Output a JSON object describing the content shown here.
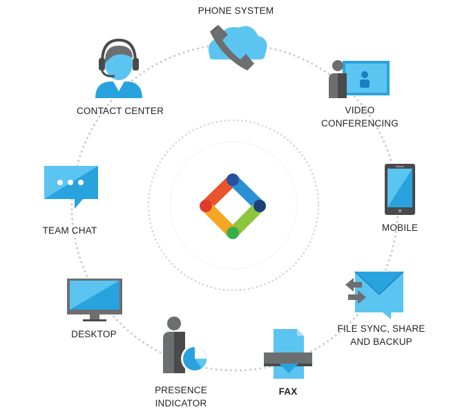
{
  "diagram": {
    "nodes": [
      {
        "id": "phone-system",
        "icon": "cloud-phone-icon",
        "lines": [
          "PHONE SYSTEM"
        ],
        "bold": false
      },
      {
        "id": "video-conferencing",
        "icon": "video-conference-icon",
        "lines": [
          "VIDEO",
          "CONFERENCING"
        ],
        "bold": false
      },
      {
        "id": "mobile",
        "icon": "mobile-phone-icon",
        "lines": [
          "MOBILE"
        ],
        "bold": false
      },
      {
        "id": "file-sync",
        "icon": "envelope-sync-icon",
        "lines": [
          "FILE SYNC, SHARE",
          "AND BACKUP"
        ],
        "bold": false
      },
      {
        "id": "fax",
        "icon": "fax-icon",
        "lines": [
          "FAX"
        ],
        "bold": true
      },
      {
        "id": "presence-indicator",
        "icon": "presence-person-icon",
        "lines": [
          "PRESENCE",
          "INDICATOR"
        ],
        "bold": false
      },
      {
        "id": "desktop",
        "icon": "desktop-monitor-icon",
        "lines": [
          "DESKTOP"
        ],
        "bold": false
      },
      {
        "id": "team-chat",
        "icon": "chat-bubble-icon",
        "lines": [
          "TEAM CHAT"
        ],
        "bold": false
      },
      {
        "id": "contact-center",
        "icon": "headset-agent-icon",
        "lines": [
          "CONTACT CENTER"
        ],
        "bold": false
      }
    ],
    "center_logo_icon": "diamond-logo-icon",
    "colors": {
      "light_blue": "#5bc4f1",
      "mid_blue": "#29a3dd",
      "dark_blue": "#1a7fc1",
      "gray": "#6d6e70",
      "dark_gray": "#4a4a4c",
      "dotted_ring": "#c9c9c9",
      "logo_orange": "#f5a623",
      "logo_red": "#e03a2f",
      "logo_green": "#8cc63f",
      "logo_navy": "#1f3f77"
    }
  }
}
